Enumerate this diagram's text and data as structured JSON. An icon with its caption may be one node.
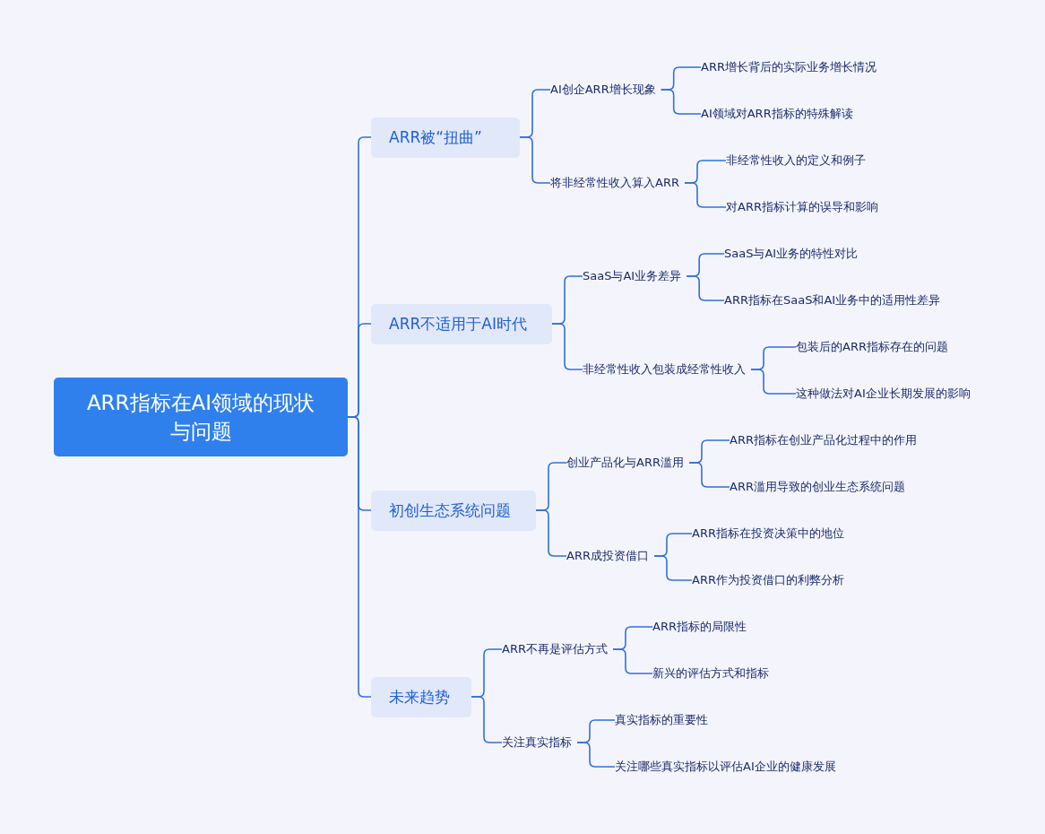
{
  "diagram": {
    "nodes": [
      {
        "text": [
          "ARR指标在AI领域的现状与问题"
        ]
      },
      {
        "text": [
          "ARR被“扭曲”"
        ]
      },
      {
        "text": [
          "AI创企ARR增长现象"
        ]
      },
      {
        "text": [
          "ARR增长背后的实际业务增长情况"
        ]
      },
      {
        "text": [
          "AI领域对ARR指标的特殊解读"
        ]
      },
      {
        "text": [
          "将非经常性收入算入ARR"
        ]
      },
      {
        "text": [
          "非经常性收入的定义和例子"
        ]
      },
      {
        "text": [
          "对ARR指标计算的误导和影响"
        ]
      },
      {
        "text": [
          "ARR不适用于AI时代"
        ]
      },
      {
        "text": [
          "SaaS与AI业务差异"
        ]
      },
      {
        "text": [
          "SaaS与AI业务的特性对比"
        ]
      },
      {
        "text": [
          "ARR指标在SaaS和AI业务中的适用性差异"
        ]
      },
      {
        "text": [
          "非经常性收入包装成经常性收入"
        ]
      },
      {
        "text": [
          "包装后的ARR指标存在的问题"
        ]
      },
      {
        "text": [
          "这种做法对AI企业长期发展的影响"
        ]
      },
      {
        "text": [
          "初创生态系统问题"
        ]
      },
      {
        "text": [
          "创业产品化与ARR滥用"
        ]
      },
      {
        "text": [
          "ARR指标在创业产品化过程中的作用"
        ]
      },
      {
        "text": [
          "ARR滥用导致的创业生态系统问题"
        ]
      },
      {
        "text": [
          "ARR成投资借口"
        ]
      },
      {
        "text": [
          "ARR指标在投资决策中的地位"
        ]
      },
      {
        "text": [
          "ARR作为投资借口的利弊分析"
        ]
      },
      {
        "text": [
          "未来趋势"
        ]
      },
      {
        "text": [
          "ARR不再是评估方式"
        ]
      },
      {
        "text": [
          "ARR指标的局限性"
        ]
      },
      {
        "text": [
          "新兴的评估方式和指标"
        ]
      },
      {
        "text": [
          "关注真实指标"
        ]
      },
      {
        "text": [
          "真实指标的重要性"
        ]
      },
      {
        "text": [
          "关注哪些真实指标以评估AI企业的健康发展"
        ]
      }
    ],
    "edges": [
      {
        "from": 0,
        "to": 1,
        "arrow": "none"
      },
      {
        "from": 1,
        "to": 2,
        "arrow": "none"
      },
      {
        "from": 2,
        "to": 3,
        "arrow": "none"
      },
      {
        "from": 2,
        "to": 4,
        "arrow": "none"
      },
      {
        "from": 1,
        "to": 5,
        "arrow": "none"
      },
      {
        "from": 5,
        "to": 6,
        "arrow": "none"
      },
      {
        "from": 5,
        "to": 7,
        "arrow": "none"
      },
      {
        "from": 0,
        "to": 8,
        "arrow": "none"
      },
      {
        "from": 8,
        "to": 9,
        "arrow": "none"
      },
      {
        "from": 9,
        "to": 10,
        "arrow": "none"
      },
      {
        "from": 9,
        "to": 11,
        "arrow": "none"
      },
      {
        "from": 8,
        "to": 12,
        "arrow": "none"
      },
      {
        "from": 12,
        "to": 13,
        "arrow": "none"
      },
      {
        "from": 12,
        "to": 14,
        "arrow": "none"
      },
      {
        "from": 0,
        "to": 15,
        "arrow": "none"
      },
      {
        "from": 15,
        "to": 16,
        "arrow": "none"
      },
      {
        "from": 16,
        "to": 17,
        "arrow": "none"
      },
      {
        "from": 16,
        "to": 18,
        "arrow": "none"
      },
      {
        "from": 15,
        "to": 19,
        "arrow": "none"
      },
      {
        "from": 19,
        "to": 20,
        "arrow": "none"
      },
      {
        "from": 19,
        "to": 21,
        "arrow": "none"
      },
      {
        "from": 0,
        "to": 22,
        "arrow": "none"
      },
      {
        "from": 22,
        "to": 23,
        "arrow": "none"
      },
      {
        "from": 23,
        "to": 24,
        "arrow": "none"
      },
      {
        "from": 23,
        "to": 25,
        "arrow": "none"
      },
      {
        "from": 22,
        "to": 26,
        "arrow": "none"
      },
      {
        "from": 26,
        "to": 27,
        "arrow": "none"
      },
      {
        "from": 26,
        "to": 28,
        "arrow": "none"
      }
    ]
  }
}
